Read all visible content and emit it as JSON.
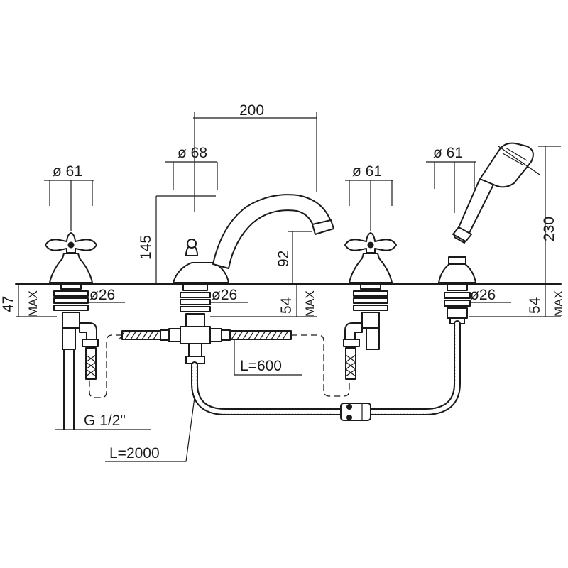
{
  "dimensions": {
    "spacing_200": "200",
    "spout_diameter": "ø 68",
    "left_handle_diameter": "ø 61",
    "right_handle_diameter": "ø 61",
    "shower_diameter": "ø 61",
    "spout_height": "145",
    "spout_outlet_height": "92",
    "shower_height": "230",
    "left_deck_max": "47",
    "right_deck_max": "54",
    "center_deck_max": "54",
    "max_label": "MAX",
    "pipe_left": "ø26",
    "pipe_center": "ø26",
    "pipe_right": "ø26",
    "hose_short": "L=600",
    "hose_long": "L=2000",
    "thread": "G 1/2\""
  }
}
